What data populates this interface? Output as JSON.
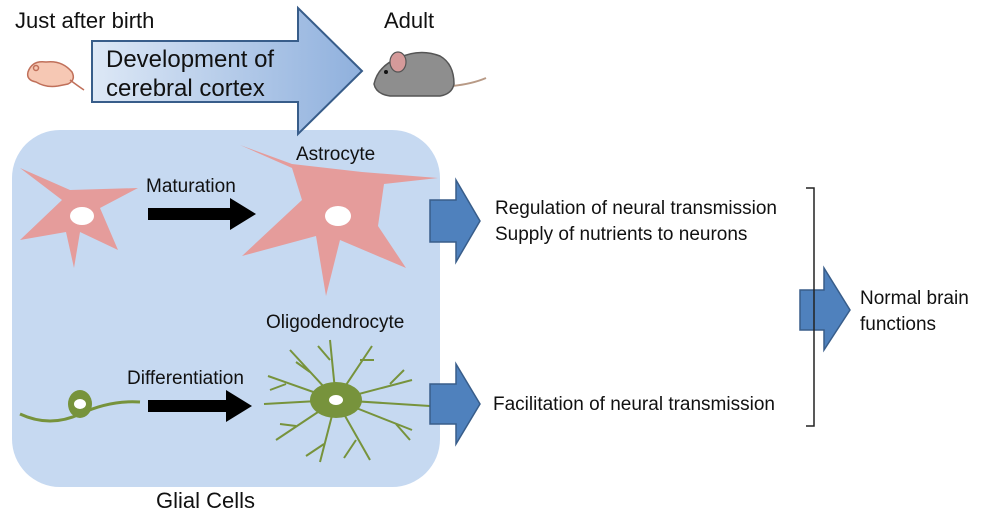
{
  "timeline": {
    "start_label": "Just after birth",
    "end_label": "Adult",
    "arrow_line1": "Development of",
    "arrow_line2": "cerebral cortex"
  },
  "glial_box": {
    "title": "Glial Cells",
    "rows": [
      {
        "process": "Maturation",
        "cell": "Astrocyte",
        "cell_color": "#e59c9b"
      },
      {
        "process": "Differentiation",
        "cell": "Oligodendrocyte",
        "cell_color": "#77933c"
      }
    ],
    "box_color": "#c6d9f1"
  },
  "functions": {
    "astrocyte": [
      "Regulation of neural transmission",
      "Supply of nutrients to neurons"
    ],
    "oligodendrocyte": [
      "Facilitation of neural transmission"
    ]
  },
  "outcome": {
    "line1": "Normal brain",
    "line2": "functions"
  },
  "colors": {
    "arrow_blue": "#4f81bd",
    "arrow_blue_dark": "#385d8a",
    "black_arrow": "#000000"
  }
}
